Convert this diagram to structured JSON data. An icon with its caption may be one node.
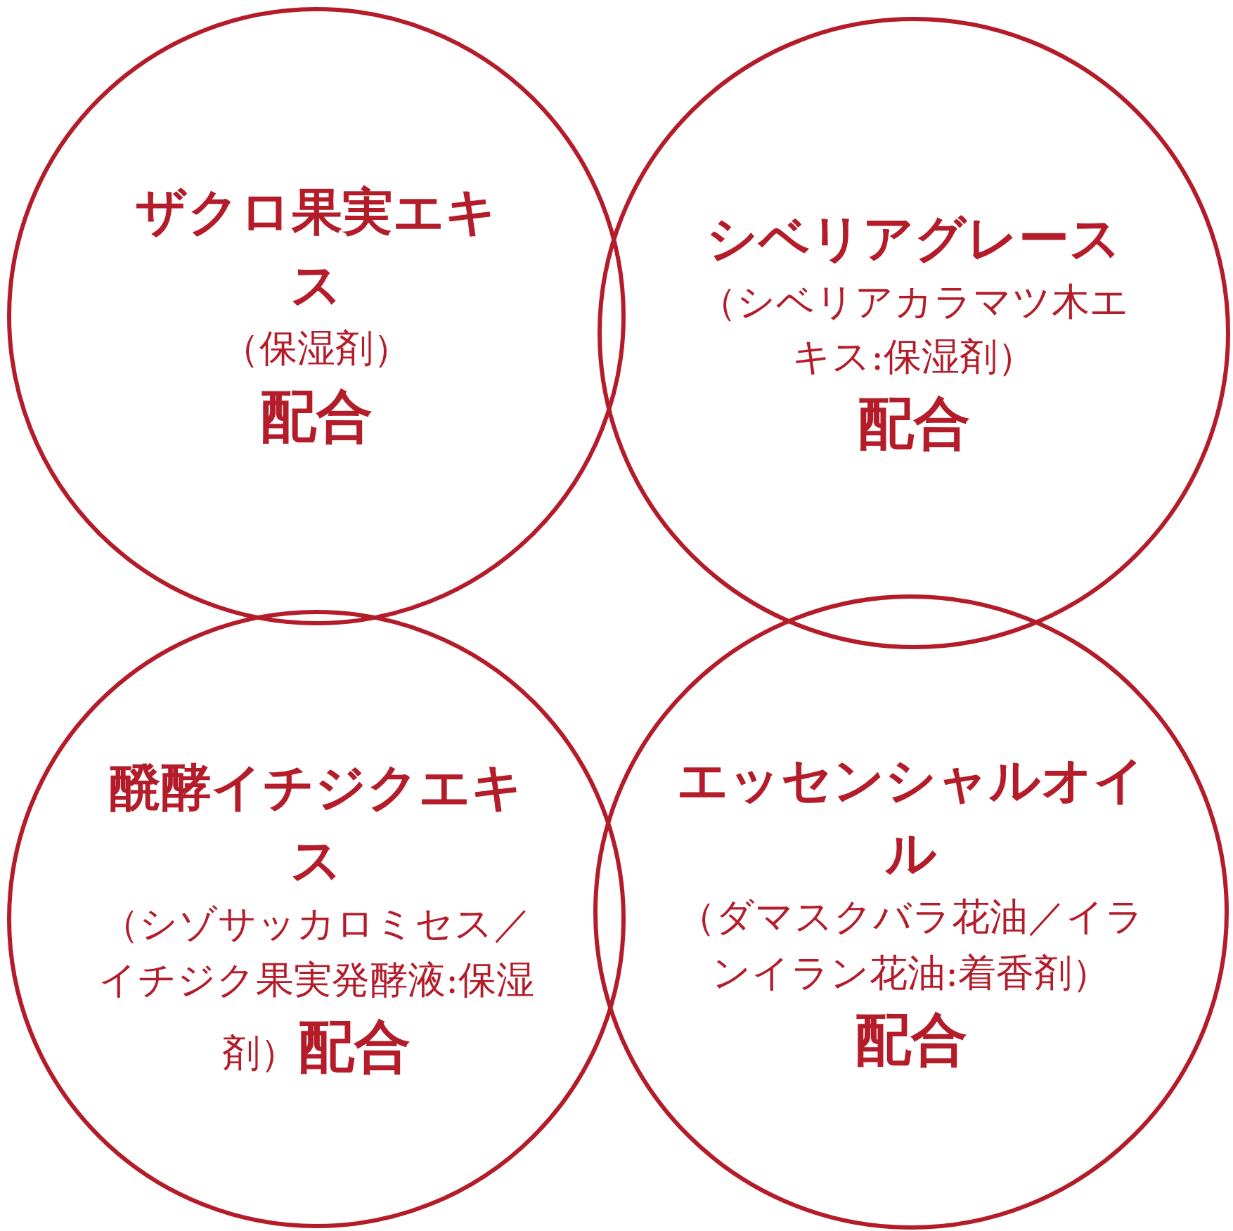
{
  "diagram": {
    "nodes": [
      {
        "text": [
          "ザクロ果実エキス",
          "（保湿剤）",
          "配合"
        ]
      },
      {
        "text": [
          "シベリアグレース",
          "（シベリアカラマツ木エキス:保湿剤）",
          "配合"
        ]
      },
      {
        "text": [
          "醗酵イチジクエキス",
          "（シゾサッカロミセス／イチジク果実発酵液:保湿剤）",
          "配合"
        ]
      },
      {
        "text": [
          "エッセンシャルオイル",
          "（ダマスクバラ花油／イランイラン花油:着香剤）",
          "配合"
        ]
      }
    ]
  }
}
